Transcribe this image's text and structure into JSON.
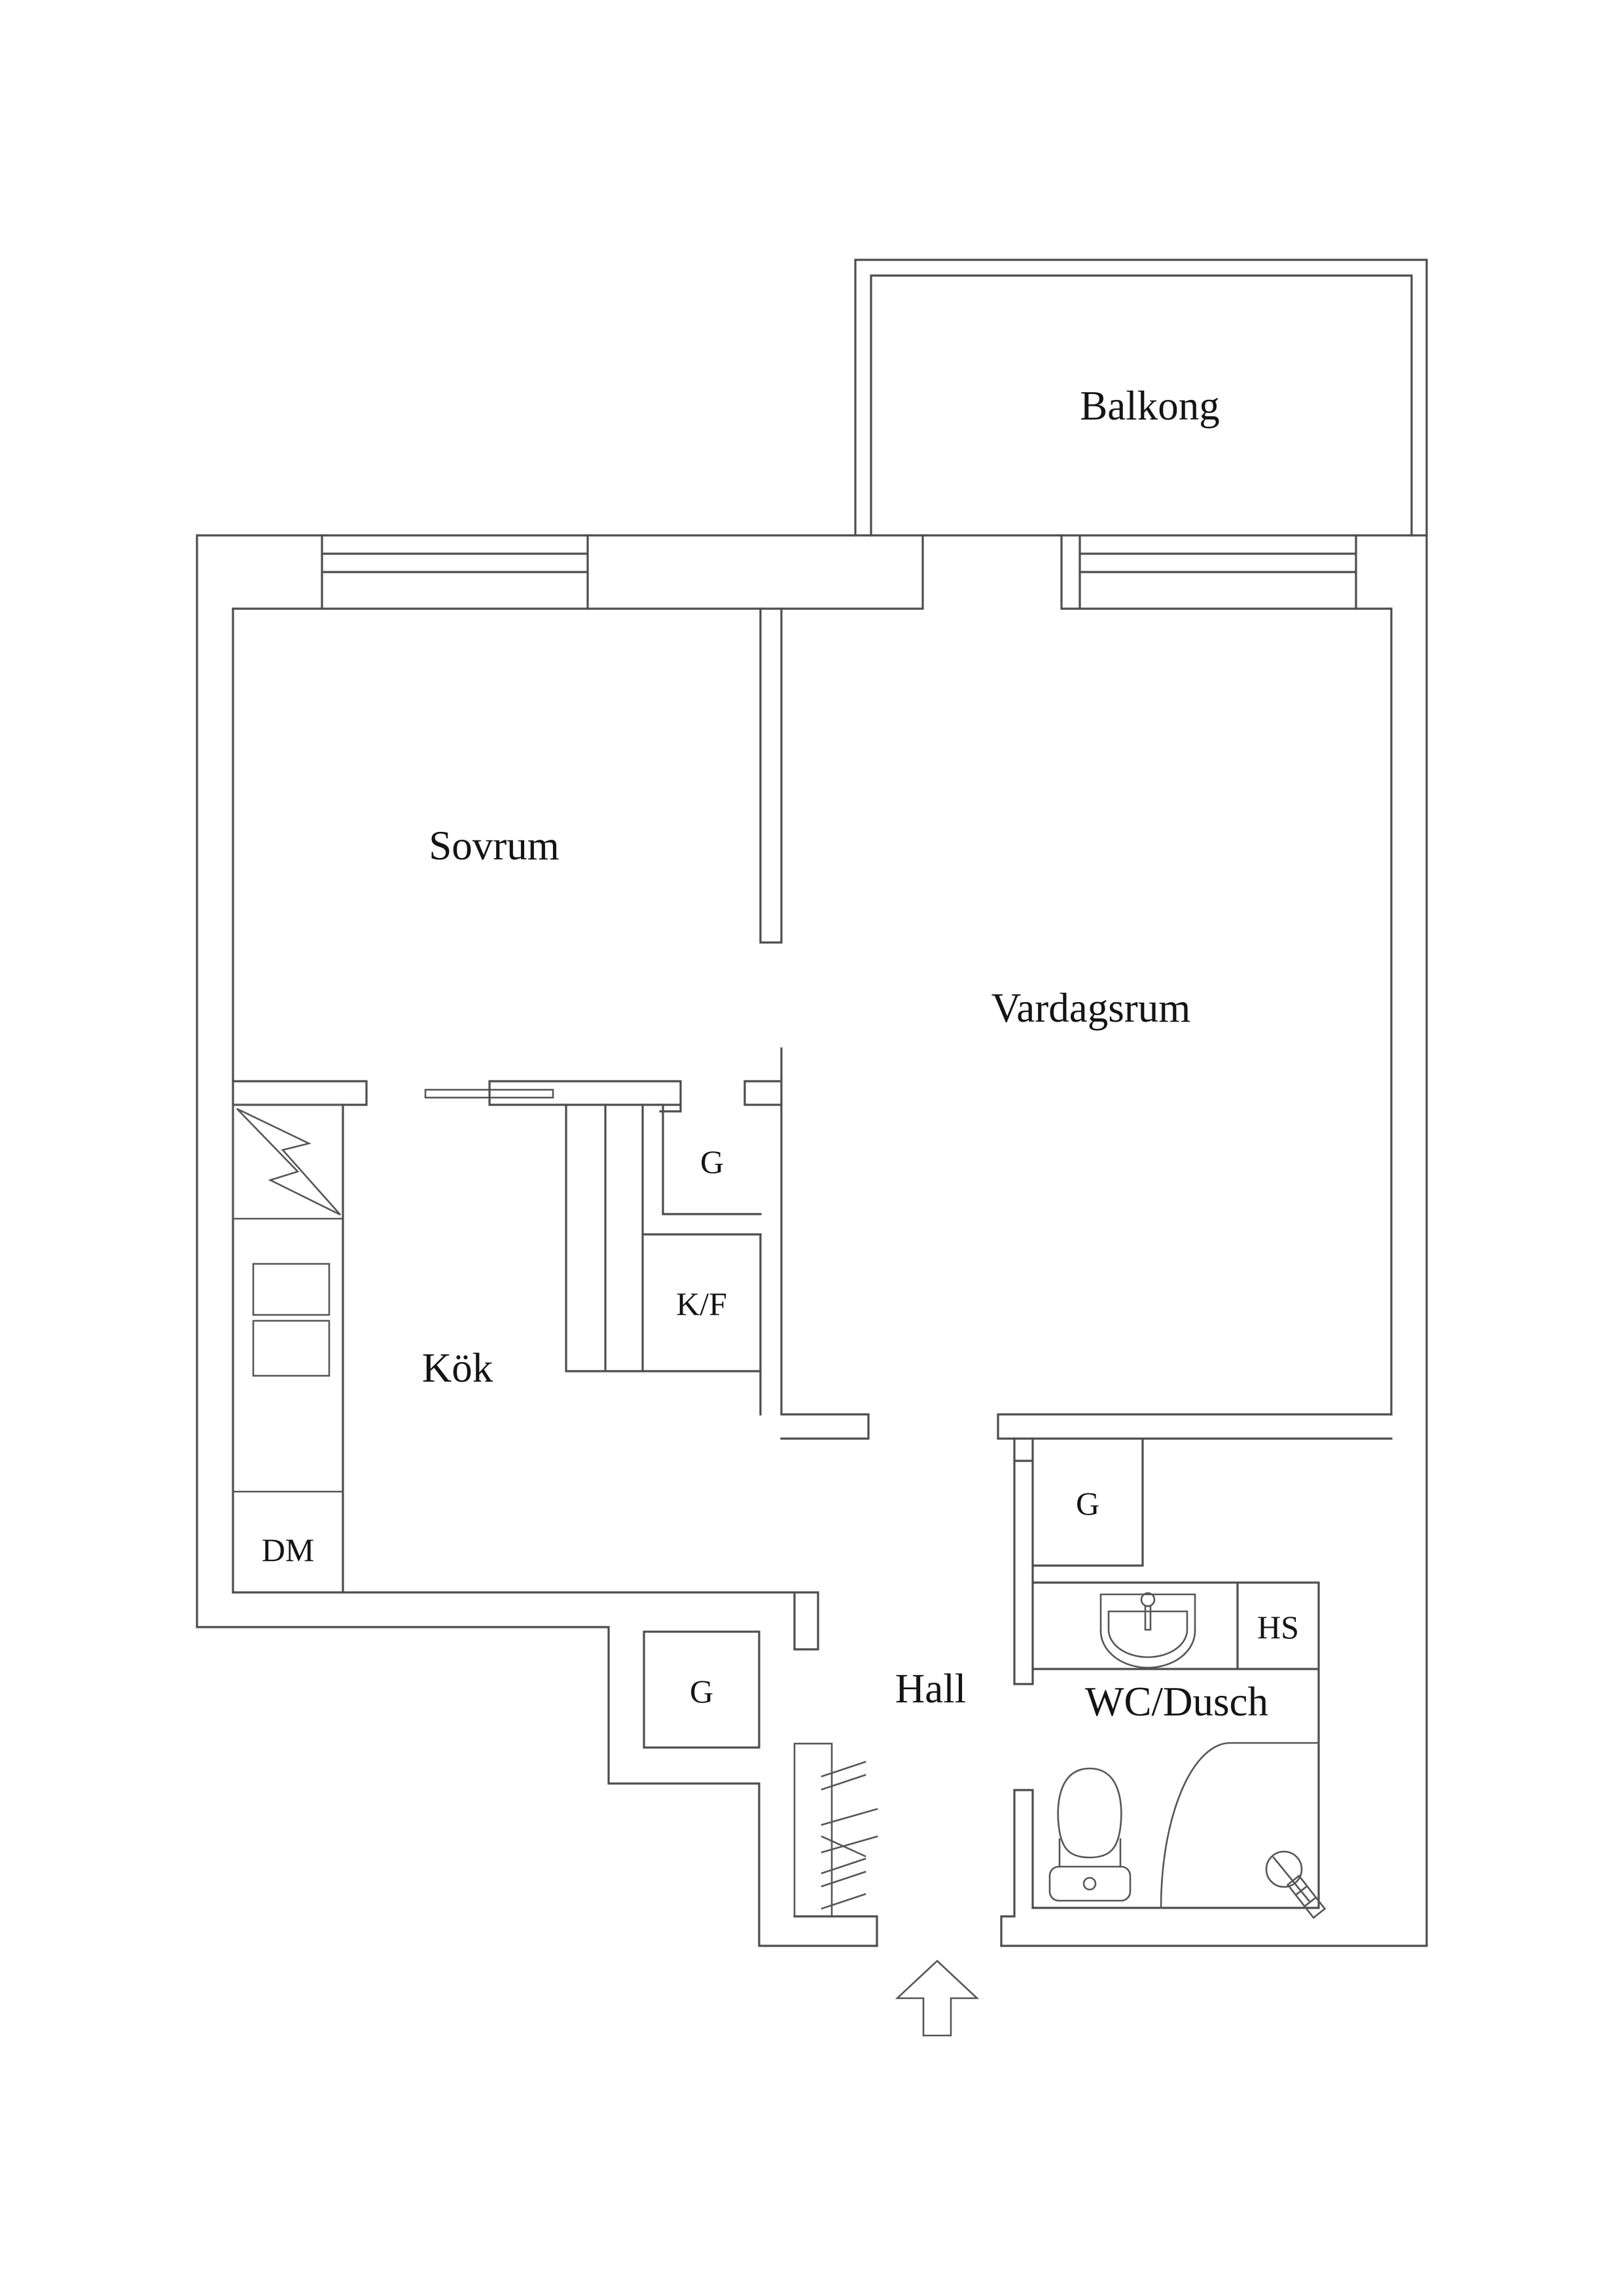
{
  "document": {
    "type": "apartment-floor-plan",
    "language": "Swedish"
  },
  "colors": {
    "background": "#ffffff",
    "wall_line": "#4d4d4d",
    "fixture_line": "#565656",
    "label_text": "#141414"
  },
  "labels": {
    "balkong": {
      "text": "Balkong"
    },
    "sovrum": {
      "text": "Sovrum"
    },
    "vardagsrum": {
      "text": "Vardagsrum"
    },
    "kok": {
      "text": "Kök"
    },
    "g_kitchen": {
      "text": "G"
    },
    "kf": {
      "text": "K/F"
    },
    "dm": {
      "text": "DM"
    },
    "g_hall_left": {
      "text": "G"
    },
    "hall": {
      "text": "Hall"
    },
    "g_hall_right": {
      "text": "G"
    },
    "hs": {
      "text": "HS"
    },
    "wc_dusch": {
      "text": "WC/Dusch"
    }
  },
  "icons": {
    "stove-icon": "rectangle with lightning-bolt flash (electric stove)",
    "double-sink-icon": "two square basins",
    "dishwasher-zone": "counter compartment labeled DM",
    "fridge-freezer-cabinet": "cabinet labeled K/F",
    "wardrobe-cabinets": "closets labeled G",
    "tall-cabinet": "cabinet labeled HS",
    "washbasin-icon": "half-round basin with tap",
    "toilet-icon": "bowl with cistern and flush button",
    "shower-enclosure-icon": "quarter-arc screen",
    "shower-mixer-icon": "circle with diagonal handle",
    "entry-arrow-icon": "outlined arrow pointing into entrance",
    "entrance-door-leaf": "hatched open door leaf",
    "sliding-door": "thin leaf with pocket frame",
    "window-icon": "triple-line window in wall",
    "balcony-railing": "double rectangle frame"
  }
}
